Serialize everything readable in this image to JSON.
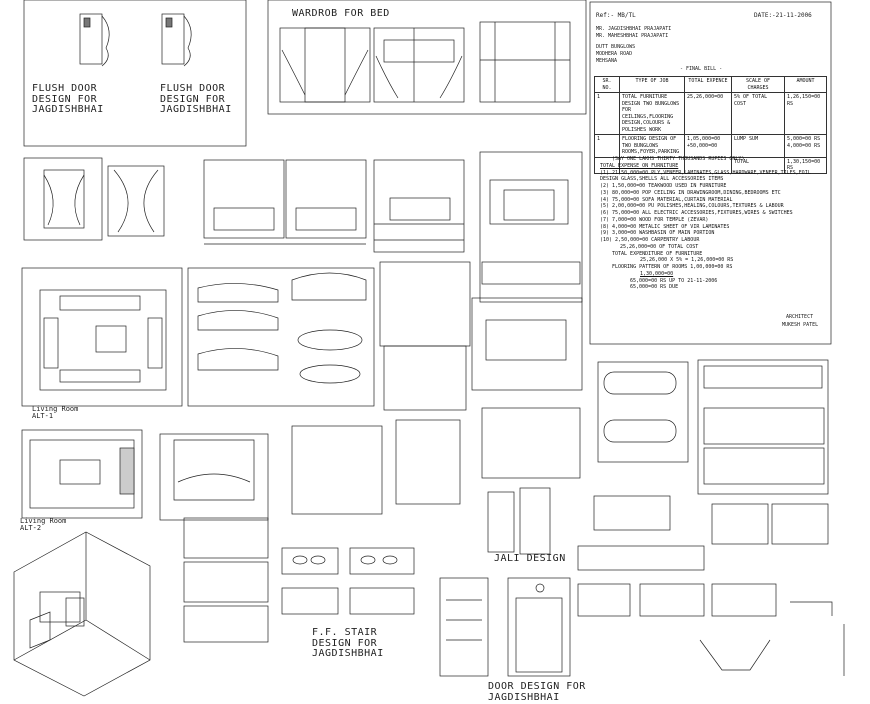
{
  "labels": {
    "flush_door_1": "FLUSH DOOR\nDESIGN FOR\nJAGDISHBHAI",
    "flush_door_2": "FLUSH DOOR\nDESIGN FOR\nJAGDISHBHAI",
    "wardrobe": "WARDROB FOR BED",
    "living_room_1": "Living Room\nALT-1",
    "living_room_2": "Living Room\nALT-2",
    "jali_design": "JALI DESIGN",
    "stair_design": "F.F. STAIR\nDESIGN FOR\nJAGDISHBHAI",
    "door_design": "DOOR DESIGN FOR\nJAGDISHBHAI"
  },
  "bill": {
    "ref": "Ref:- MB/TL",
    "date": "DATE:-21-11-2006",
    "to_lines": [
      "MR. JAGDISHBHAI PRAJAPATI",
      "MR. MAHESHBHAI PRAJAPATI"
    ],
    "address_lines": [
      "DUTT BUNGLOWS",
      "MODHERA ROAD",
      "MEHSANA"
    ],
    "title": "- FINAL BILL -",
    "columns": [
      "SR. NO.",
      "TYPE OF JOB",
      "TOTAL EXPENCE",
      "SCALE OF CHARGES",
      "AMOUNT"
    ],
    "rows": [
      [
        "1",
        "TOTAL FURNITURE DESIGN TWO BUNGLOWS FOR CEILINGS,FLOORING DESIGN,COLOURS & POLISHES WORK",
        "25,26,000=00",
        "5% OF TOTAL COST",
        "1,26,150=00 RS"
      ],
      [
        "1",
        "FLOORING DESIGN OF TWO BUNGLOWS ROOMS,FOYER,PARKING",
        "1,05,000=00 +50,000=00",
        "LUMP SUM",
        "5,000=00 RS 4,000=00 RS"
      ],
      [
        "",
        "",
        "",
        "TOTAL",
        "1,30,150=00 RS"
      ]
    ],
    "amount_words": "(SAY ONE LAKHS THIRTY THOUSANDS RUPEES ONLY)",
    "expense_title": "TOTAL EXPENSE ON FURNITURE",
    "expenses": [
      "(1) 21,50,000=00 PLY,VENEER,LAMINATES,GLASS,HARDWARE,VENEER,TILES,FOIL DESIGN GLASS,SHELLS ALL ACCESSORIES ITEMS",
      "(2) 1,50,000=00 TEAKWOOD USED IN FURNITURE",
      "(3) 80,000=00 POP CEILING IN DRAWINGROOM,DINING,BEDROOMS ETC",
      "(4) 75,000=00 SOFA MATERIAL,CURTAIN MATERIAL",
      "(5) 2,00,000=00 PU POLISHES,HEALING,COLOURS,TEXTURES & LABOUR",
      "(6) 75,000=00 ALL ELECTRIC ACCESSORIES,FIXTURES,WIRES & SWITCHES",
      "(7) 7,000=00 WOOD FOR TEMPLE (ZEVAR)",
      "(8) 4,000=00 METALIC SHEET OF VIR LAMINATES",
      "(9) 3,000=00 WASHBASIN OF MAIN PORTION",
      "(10) 2,50,000=00 CARPENTRY LABOUR",
      "25,26,000=00 OF TOTAL COST",
      "TOTAL EXPENDITURE OF FURNITURE",
      "25,26,000 X 5% = 1,26,000=00 RS",
      "FLOORING PATTERN OF ROOMS 1,00,000=00 RS",
      "1,30,000=00",
      "65,000=00 RS UP TO 21-11-2006",
      "65,000=00 RS DUE"
    ],
    "architect_title": "ARCHITECT",
    "architect_name": "MUKESH PATEL"
  }
}
